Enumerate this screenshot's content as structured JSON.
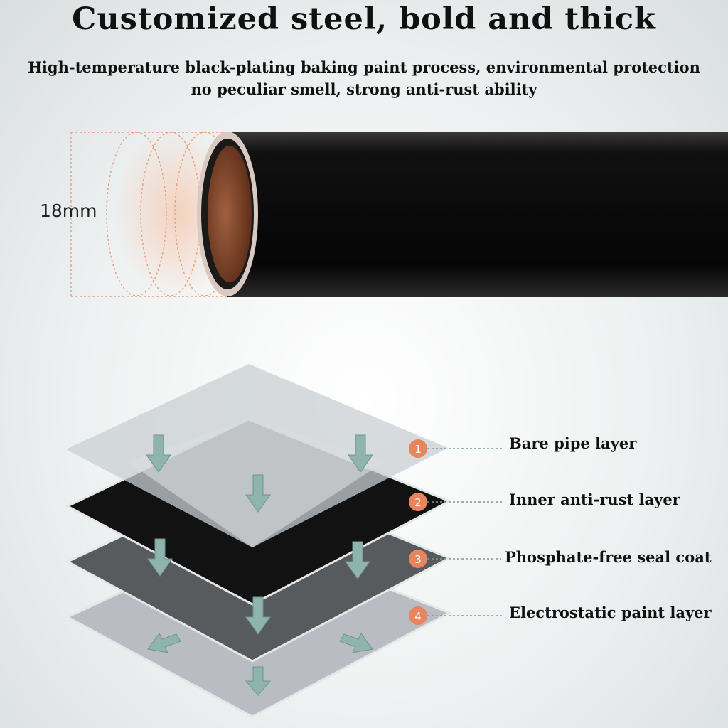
{
  "title": "Customized steel, bold and thick",
  "subtitle_line1": "High-temperature black-plating baking paint process, environmental protection",
  "subtitle_line2": "no peculiar smell, strong anti-rust ability",
  "pipe": {
    "diameter_label": "18mm",
    "pipe_color": "#0d0d0d",
    "inner_color": "#8a4a2c"
  },
  "layers": [
    {
      "number": "1",
      "label": "Bare pipe layer"
    },
    {
      "number": "2",
      "label": "Inner anti-rust layer"
    },
    {
      "number": "3",
      "label": "Phosphate-free seal coat"
    },
    {
      "number": "4",
      "label": "Electrostatic paint layer"
    }
  ],
  "badge_color": "#e8845e",
  "arrow_color": "#8fb3ad"
}
